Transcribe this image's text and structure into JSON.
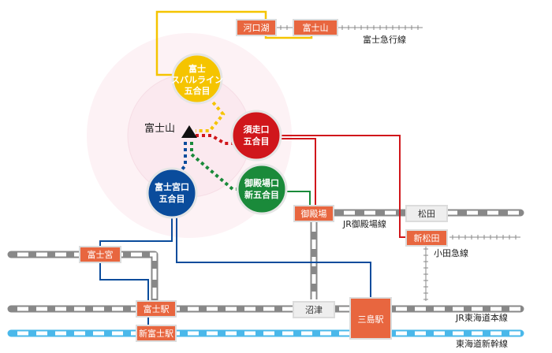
{
  "colors": {
    "station_fill": "#e8663f",
    "station_border": "#dcdcdc",
    "jr_rail": "#888888",
    "shinkansen": "#4ab8ea",
    "fujikyu": "#777777",
    "odakyu": "#777777",
    "yellow_route": "#f5c400",
    "red_route": "#d0161b",
    "green_route": "#1a8a3a",
    "blue_route": "#0a4c9c",
    "halo": "#fbeef2"
  },
  "mountain": {
    "label": "富士山",
    "icon": "mountain-summit-icon"
  },
  "trailheads": [
    {
      "id": "subaru",
      "lines": [
        "富士",
        "スバルライン",
        "五合目"
      ],
      "color": "#f5c400"
    },
    {
      "id": "subashiri",
      "lines": [
        "須走口",
        "五合目"
      ],
      "color": "#d0161b"
    },
    {
      "id": "gotemba",
      "lines": [
        "御殿場口",
        "新五合目"
      ],
      "color": "#1a8a3a"
    },
    {
      "id": "fujinomiya",
      "lines": [
        "富士宮口",
        "五合目"
      ],
      "color": "#0a4c9c"
    }
  ],
  "stations": {
    "kawaguchiko": "河口湖",
    "fujisan": "富士山",
    "gotemba": "御殿場",
    "matsuda": "松田",
    "shinmatsuda": "新松田",
    "fujinomiya": "富士宮",
    "fuji": "富士駅",
    "shinfuji": "新富士駅",
    "numazu": "沼津",
    "mishima": "三島駅"
  },
  "railway_lines": {
    "fujikyu": "富士急行線",
    "jr_gotemba": "JR御殿場線",
    "odakyu": "小田急線",
    "jr_tokaido": "JR東海道本線",
    "tokaido_shinkansen": "東海道新幹線"
  }
}
